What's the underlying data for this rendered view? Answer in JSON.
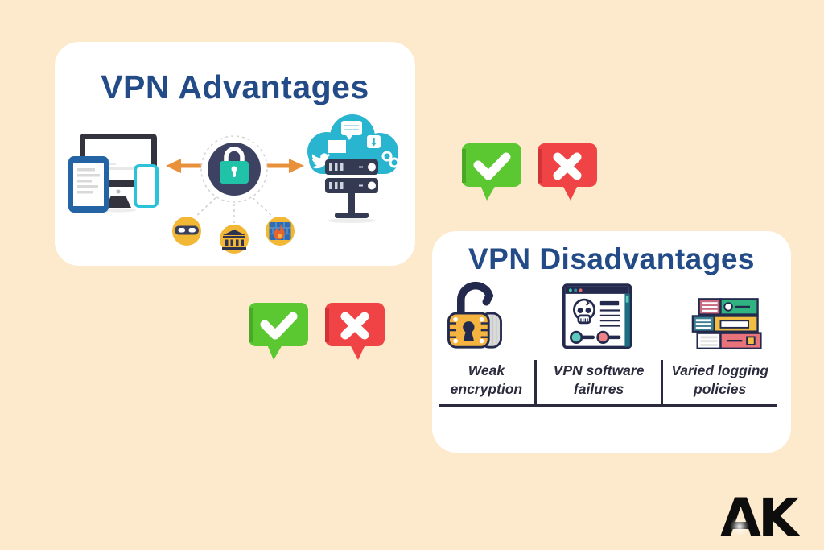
{
  "background_color": "#fdeacc",
  "advantages_card": {
    "title": "VPN Advantages",
    "illustration_icons": [
      "computer-devices-icon",
      "vpn-encryption-lock-icon",
      "cloud-server-icon",
      "spy-mask-icon",
      "bank-icon",
      "firewall-icon"
    ]
  },
  "indicator_pairs": [
    {
      "icons": [
        "check-bubble-icon",
        "cross-bubble-icon"
      ]
    },
    {
      "icons": [
        "check-bubble-icon",
        "cross-bubble-icon"
      ]
    }
  ],
  "disadvantages_card": {
    "title": "VPN Disadvantages",
    "items": [
      {
        "icon": "open-padlock-icon",
        "label": "Weak encryption"
      },
      {
        "icon": "browser-skull-icon",
        "label": "VPN software failures"
      },
      {
        "icon": "books-stack-icon",
        "label": "Varied logging policies"
      }
    ]
  },
  "logo": {
    "text": "AK"
  },
  "colors": {
    "background": "#fdeacc",
    "card_white": "#ffffff",
    "title_navy": "#234b87",
    "check_green": "#5bc832",
    "cross_red": "#f04345",
    "arrow_orange": "#e8913a",
    "cloud_teal": "#29b5d0",
    "dark_navy": "#33334d",
    "lock_teal": "#20c3a7",
    "icon_yellow": "#f2b735",
    "label_text": "#2b2b3d",
    "logo_black": "#0d0d0d"
  }
}
